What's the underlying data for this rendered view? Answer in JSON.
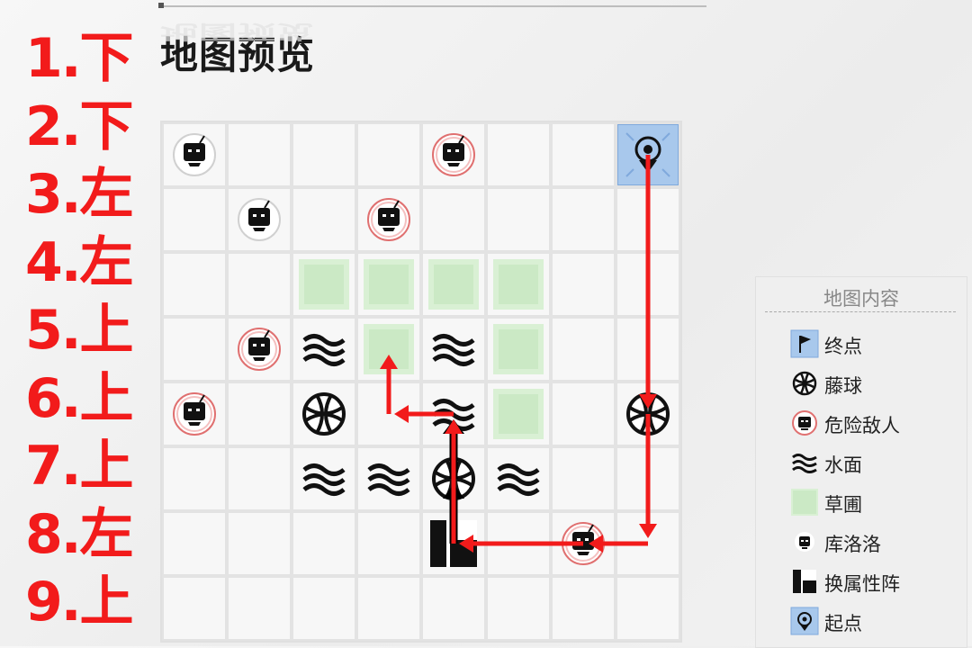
{
  "title": "地图预览",
  "steps": [
    "1.下",
    "2.下",
    "3.左",
    "4.左",
    "5.上",
    "6.上",
    "7.上",
    "8.左",
    "9.上"
  ],
  "board": {
    "cols": 8,
    "rows": 8,
    "cells": [
      {
        "r": 0,
        "c": 0,
        "type": "kuluoluo"
      },
      {
        "r": 0,
        "c": 4,
        "type": "enemy"
      },
      {
        "r": 0,
        "c": 7,
        "type": "start"
      },
      {
        "r": 1,
        "c": 1,
        "type": "kuluoluo"
      },
      {
        "r": 1,
        "c": 3,
        "type": "enemy"
      },
      {
        "r": 2,
        "c": 2,
        "type": "grass"
      },
      {
        "r": 2,
        "c": 3,
        "type": "grass"
      },
      {
        "r": 2,
        "c": 4,
        "type": "grass"
      },
      {
        "r": 2,
        "c": 5,
        "type": "grass"
      },
      {
        "r": 3,
        "c": 1,
        "type": "enemy"
      },
      {
        "r": 3,
        "c": 2,
        "type": "water"
      },
      {
        "r": 3,
        "c": 3,
        "type": "grass"
      },
      {
        "r": 3,
        "c": 4,
        "type": "water"
      },
      {
        "r": 3,
        "c": 5,
        "type": "grass"
      },
      {
        "r": 4,
        "c": 0,
        "type": "enemy"
      },
      {
        "r": 4,
        "c": 2,
        "type": "ball"
      },
      {
        "r": 4,
        "c": 4,
        "type": "water"
      },
      {
        "r": 4,
        "c": 5,
        "type": "grass"
      },
      {
        "r": 4,
        "c": 7,
        "type": "ball"
      },
      {
        "r": 5,
        "c": 2,
        "type": "water"
      },
      {
        "r": 5,
        "c": 3,
        "type": "water"
      },
      {
        "r": 5,
        "c": 4,
        "type": "ball"
      },
      {
        "r": 5,
        "c": 5,
        "type": "water"
      },
      {
        "r": 6,
        "c": 4,
        "type": "switch"
      },
      {
        "r": 6,
        "c": 6,
        "type": "enemy"
      }
    ]
  },
  "path_arrows": [
    {
      "from": [
        0,
        7
      ],
      "to": [
        4,
        7
      ],
      "color": "#f21b1b"
    },
    {
      "from": [
        4,
        7
      ],
      "to": [
        6,
        7
      ],
      "color": "#f21b1b"
    },
    {
      "from": [
        6,
        7
      ],
      "to": [
        6,
        6
      ],
      "color": "#f21b1b"
    },
    {
      "from": [
        6,
        6
      ],
      "to": [
        6,
        4
      ],
      "color": "#f21b1b"
    },
    {
      "from": [
        6,
        4
      ],
      "to": [
        5,
        4
      ],
      "color": "#000000"
    },
    {
      "from": [
        5,
        4
      ],
      "to": [
        4,
        4
      ],
      "color": "#000000"
    },
    {
      "from": [
        6,
        4
      ],
      "to": [
        4,
        4
      ],
      "color": "#f21b1b"
    },
    {
      "from": [
        4,
        4
      ],
      "to": [
        4,
        3
      ],
      "color": "#f21b1b"
    },
    {
      "from": [
        4,
        3
      ],
      "to": [
        3,
        3
      ],
      "color": "#f21b1b"
    }
  ],
  "legend": {
    "title": "地图内容",
    "items": [
      {
        "icon": "flag-icon",
        "label": "终点"
      },
      {
        "icon": "rattan-ball-icon",
        "label": "藤球"
      },
      {
        "icon": "danger-enemy-icon",
        "label": "危险敌人"
      },
      {
        "icon": "water-icon",
        "label": "水面"
      },
      {
        "icon": "grass-icon",
        "label": "草圃"
      },
      {
        "icon": "kuluoluo-icon",
        "label": "库洛洛"
      },
      {
        "icon": "switch-array-icon",
        "label": "换属性阵"
      },
      {
        "icon": "start-point-icon",
        "label": "起点"
      }
    ]
  },
  "colors": {
    "accent_red": "#f21b1b",
    "grass": "#cbe9c5",
    "start": "#a8c8ec",
    "cell": "#f7f7f7"
  }
}
